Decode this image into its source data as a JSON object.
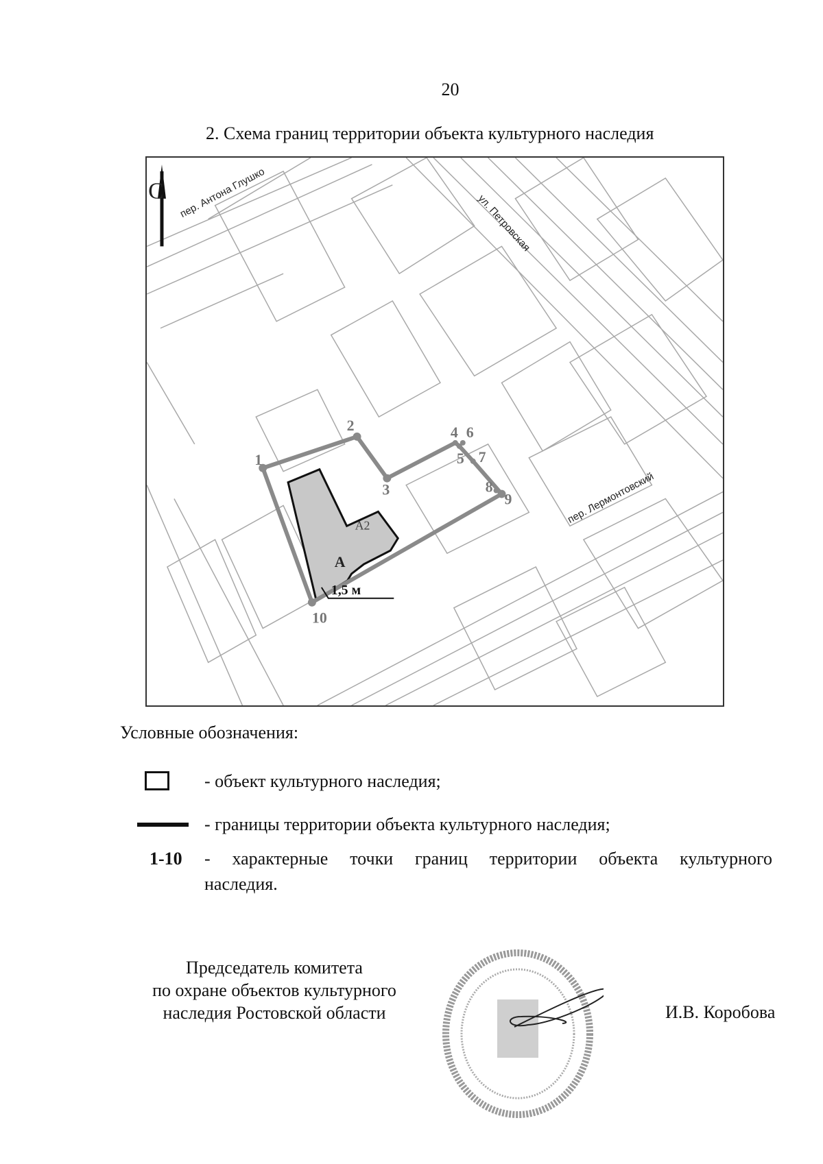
{
  "page": {
    "number": "20",
    "title": "2. Схема границ территории объекта культурного наследия"
  },
  "map": {
    "north_label": "С",
    "streets": {
      "antona_glushko": "пер. Антона Глушко",
      "petrovskaya": "ул. Петровская",
      "lermontovsky": "пер. Лермонтовский"
    },
    "object_labels": {
      "main": "А",
      "annex": "А2"
    },
    "distance_label": "1,5 м",
    "boundary_points": [
      "1",
      "2",
      "3",
      "4",
      "5",
      "6",
      "7",
      "8",
      "9",
      "10"
    ],
    "colors": {
      "boundary": "#8a8a8a",
      "object_fill": "#c8c8c8",
      "object_outline": "#111111",
      "base_lines": "#9a9a9a"
    }
  },
  "legend": {
    "heading": "Условные обозначения:",
    "items": [
      {
        "symbol": "box",
        "text": "- объект культурного наследия;"
      },
      {
        "symbol": "line",
        "text": "- границы территории объекта культурного наследия;"
      },
      {
        "symbol": "1-10",
        "text": "- характерные точки границ территории объекта культурного",
        "text_cont": "наследия."
      }
    ]
  },
  "signature": {
    "position_line1": "Председатель комитета",
    "position_line2": "по охране объектов культурного",
    "position_line3": "наследия Ростовской области",
    "name": "И.В. Коробова"
  }
}
